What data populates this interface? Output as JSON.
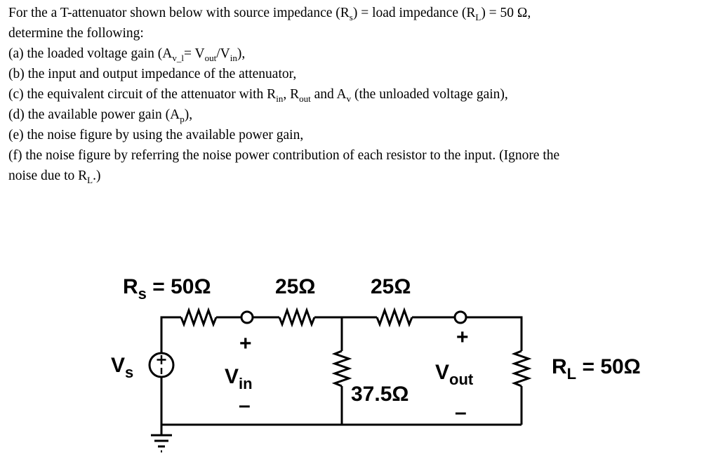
{
  "problem": {
    "intro": {
      "before": "For the a T-attenuator shown below with source impedance (R",
      "rs_sub": "s",
      "middle": ") = load impedance (R",
      "rl_sub": "L",
      "after": ") = 50 Ω,"
    },
    "intro2": "determine the following:",
    "a": {
      "p1": "(a) the loaded voltage gain (A",
      "sub1": "v_l",
      "p2": "= V",
      "sub2": "out",
      "p3": "/V",
      "sub3": "in",
      "p4": "),"
    },
    "b": "(b) the input and output impedance of the attenuator,",
    "c": {
      "p1": "(c) the equivalent circuit of the attenuator with R",
      "sub1": "in",
      "p2": ", R",
      "sub2": "out",
      "p3": " and A",
      "sub3": "v",
      "p4": " (the unloaded voltage gain),"
    },
    "d": {
      "p1": "(d) the available power gain (A",
      "sub1": "p",
      "p2": "),"
    },
    "e": "(e) the noise figure by using the available power gain,",
    "f": "(f) the noise figure by referring the noise power contribution of each resistor to the input. (Ignore the",
    "f2": {
      "p1": "noise due to R",
      "sub1": "L",
      "p2": ".)"
    }
  },
  "circuit": {
    "rs": {
      "main": "R",
      "sub": "s",
      "value": " = 50Ω"
    },
    "r1": "25Ω",
    "r2": "25Ω",
    "r3": "37.5Ω",
    "rl": {
      "main": "R",
      "sub": "L",
      "value": " = 50Ω"
    },
    "vs": {
      "main": "V",
      "sub": "s"
    },
    "vin": {
      "main": "V",
      "sub": "in"
    },
    "vout": {
      "main": "V",
      "sub": "out"
    },
    "plus": "+",
    "minus": "–"
  }
}
